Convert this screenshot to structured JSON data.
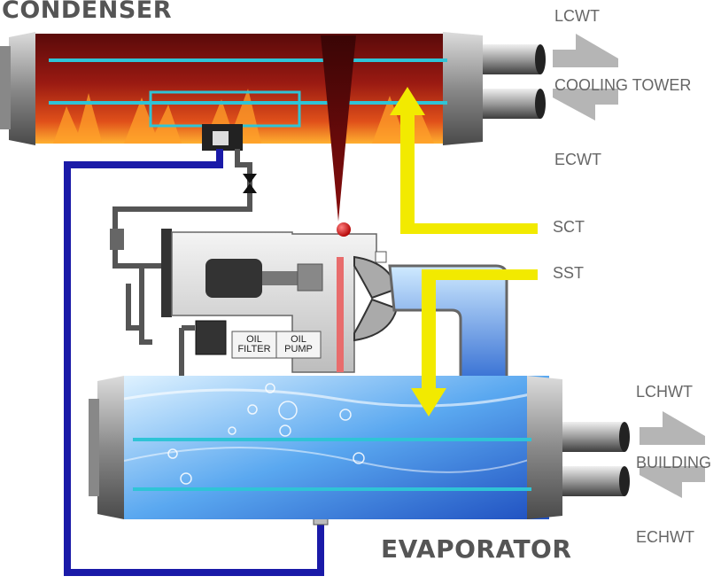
{
  "titles": {
    "condenser": "CONDENSER",
    "evaporator": "EVAPORATOR"
  },
  "cooling": {
    "lcwt": "LCWT",
    "tower": "COOLING TOWER",
    "ecwt": "ECWT"
  },
  "building": {
    "lchwt": "LCHWT",
    "name": "BUILDING",
    "echwt": "ECHWT"
  },
  "temps": {
    "sct": "SCT",
    "sst": "SST"
  },
  "components": {
    "oil_filter": [
      "OIL",
      "FILTER"
    ],
    "oil_pump": [
      "OIL",
      "PUMP"
    ]
  },
  "colors": {
    "pointer_arrow": "#f2ea00",
    "liquid_line": "#1a1aa8",
    "oil_line": "#555555",
    "tube": "#2fc4d6",
    "flow_arrow": "#b5b5b5"
  }
}
